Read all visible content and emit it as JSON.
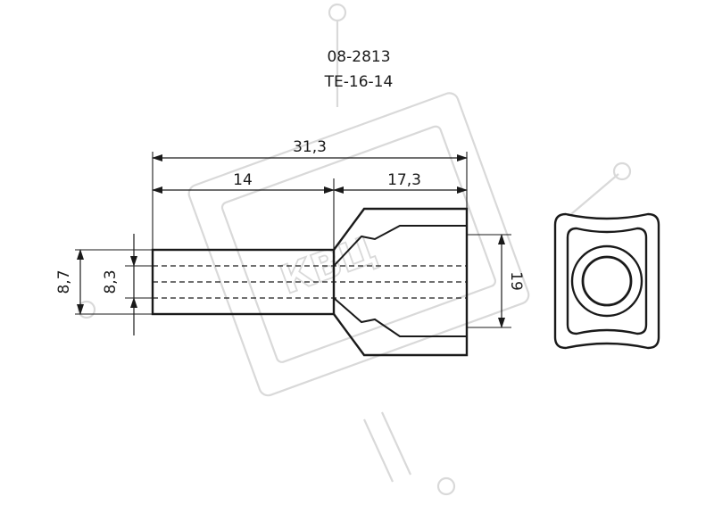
{
  "header": {
    "code": "08-2813",
    "model": "TE-16-14"
  },
  "dimensions": {
    "total_length": "31,3",
    "sleeve_length": "14",
    "collar_length": "17,3",
    "outer_diameter": "8,7",
    "inner_diameter": "8,3",
    "collar_height": "19"
  },
  "watermark": {
    "text": "КВЦ"
  },
  "colors": {
    "line": "#1a1a1a",
    "watermark": "#d9d9d9"
  }
}
